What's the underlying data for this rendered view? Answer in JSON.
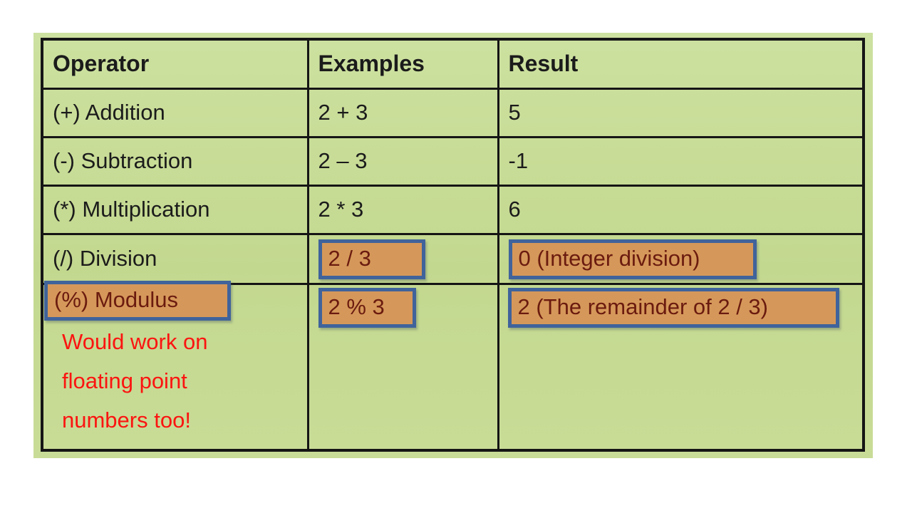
{
  "colors": {
    "slide_background": "#c6da94",
    "table_line": "#151515",
    "highlight_fill": "#d5985a",
    "highlight_border": "#40639b",
    "highlight_text": "#6b1b0f",
    "note_text": "#fb1410",
    "body_text": "#1b1b1b"
  },
  "table": {
    "headers": [
      "Operator",
      "Examples",
      "Result"
    ],
    "rows": [
      {
        "operator": "(+) Addition",
        "example": "2 + 3",
        "result": "5"
      },
      {
        "operator": "(-) Subtraction",
        "example": "2 – 3",
        "result": "-1"
      },
      {
        "operator": "(*) Multiplication",
        "example": "2 * 3",
        "result": "6"
      },
      {
        "operator": "(/) Division",
        "example": "2 / 3",
        "result": "0 (Integer division)"
      },
      {
        "operator": "(%) Modulus",
        "example": "2 % 3",
        "result": "2 (The remainder of 2 / 3)"
      }
    ],
    "note_lines": [
      "Would work on",
      "floating point",
      "numbers too!"
    ]
  }
}
